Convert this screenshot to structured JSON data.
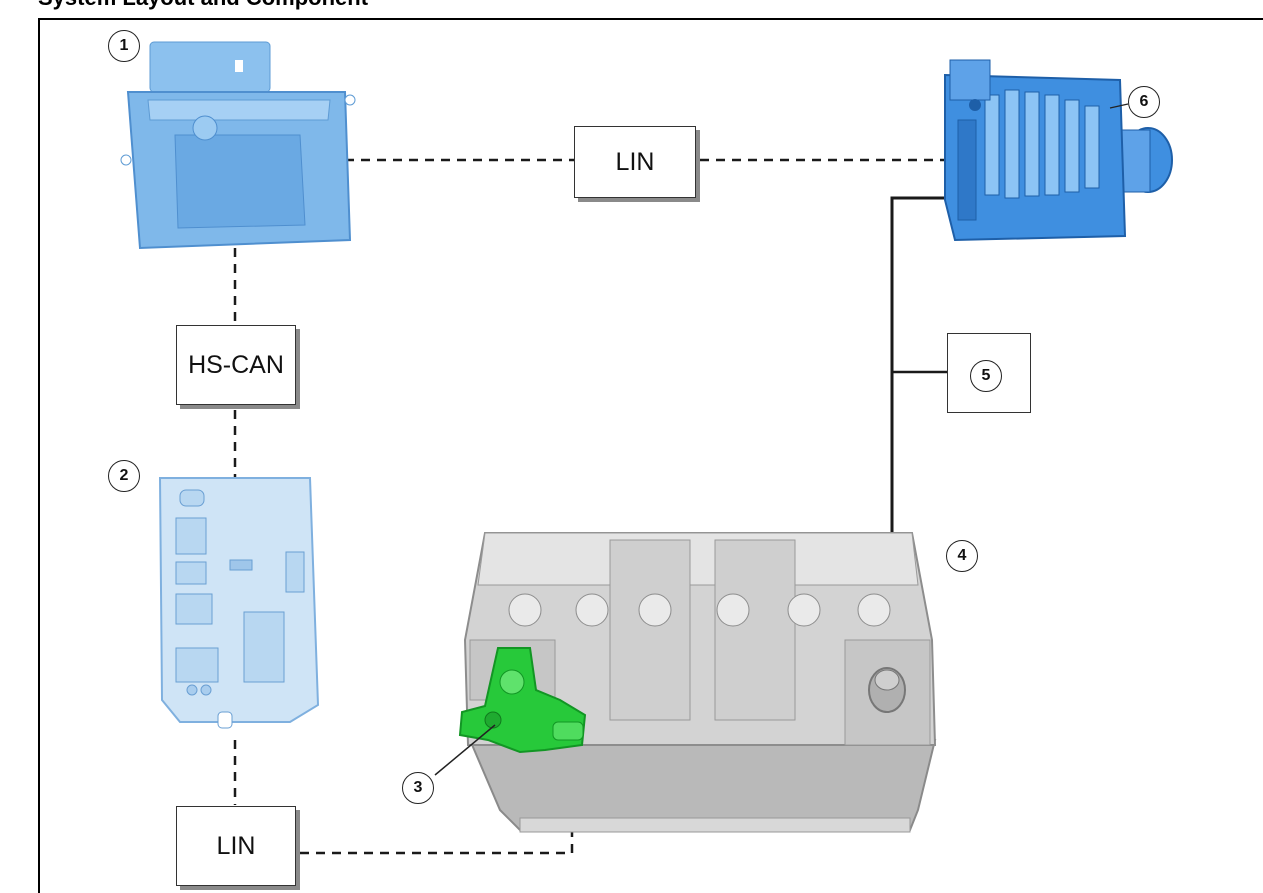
{
  "header": {
    "title": "System Layout and Component"
  },
  "bus_labels": {
    "lin_top": "LIN",
    "hs_can": "HS-CAN",
    "lin_bottom": "LIN"
  },
  "callouts": {
    "c1": "1",
    "c2": "2",
    "c3": "3",
    "c4": "4",
    "c5": "5",
    "c6": "6"
  },
  "colors": {
    "module_blue": "#7fb8ea",
    "generator_blue": "#3f8fe0",
    "sensor_green": "#27c93a",
    "battery_grey": "#c8c8c8"
  }
}
